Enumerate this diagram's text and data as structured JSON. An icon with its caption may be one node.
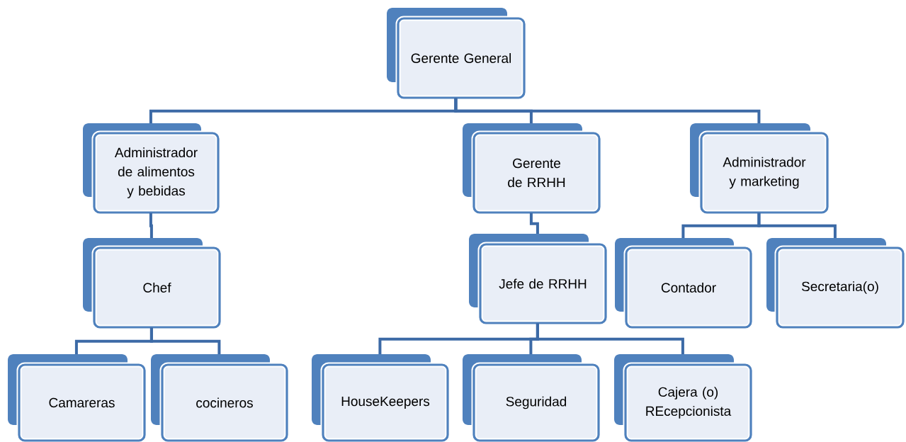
{
  "diagram": {
    "nodes": [
      {
        "text": [
          "Gerente General"
        ]
      },
      {
        "text": [
          "Administrador de alimentos y bebidas"
        ]
      },
      {
        "text": [
          "Gerente de RRHH"
        ]
      },
      {
        "text": [
          "Administrador y marketing"
        ]
      },
      {
        "text": [
          "Chef"
        ]
      },
      {
        "text": [
          "Jefe de RRHH"
        ]
      },
      {
        "text": [
          "Contador"
        ]
      },
      {
        "text": [
          "Secretaria(o)"
        ]
      },
      {
        "text": [
          "Camareras"
        ]
      },
      {
        "text": [
          "cocineros"
        ]
      },
      {
        "text": [
          "HouseKeepers"
        ]
      },
      {
        "text": [
          "Seguridad"
        ]
      },
      {
        "text": [
          "Cajera (o) REcepcionista"
        ]
      }
    ],
    "edges": [
      {
        "from": 0,
        "to": 1,
        "arrow": "none"
      },
      {
        "from": 0,
        "to": 2,
        "arrow": "none"
      },
      {
        "from": 0,
        "to": 3,
        "arrow": "none"
      },
      {
        "from": 1,
        "to": 4,
        "arrow": "none"
      },
      {
        "from": 2,
        "to": 5,
        "arrow": "none"
      },
      {
        "from": 3,
        "to": 6,
        "arrow": "none"
      },
      {
        "from": 3,
        "to": 7,
        "arrow": "none"
      },
      {
        "from": 4,
        "to": 8,
        "arrow": "none"
      },
      {
        "from": 4,
        "to": 9,
        "arrow": "none"
      },
      {
        "from": 5,
        "to": 10,
        "arrow": "none"
      },
      {
        "from": 5,
        "to": 11,
        "arrow": "none"
      },
      {
        "from": 5,
        "to": 12,
        "arrow": "none"
      }
    ]
  }
}
